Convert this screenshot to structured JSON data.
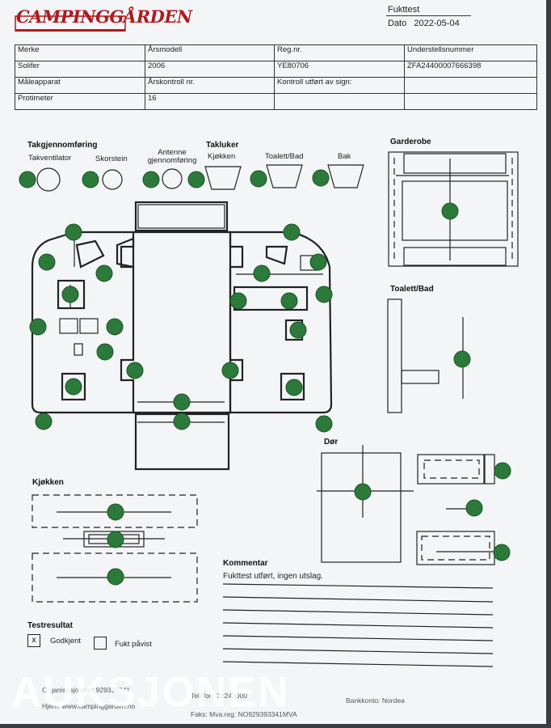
{
  "header": {
    "brand": "CAMPINGGÅRDEN",
    "form_title": "Fukttest",
    "date_label": "Dato",
    "date_value": "2022-05-04"
  },
  "info_table": {
    "labels": {
      "make": "Merke",
      "year": "Årsmodell",
      "reg": "Reg.nr.",
      "chassis": "Understellsnummer",
      "meter": "Måleapparat",
      "annual": "Årskontroll nr.",
      "control": "Kontroll utført av sign:",
      "protimeter": "Protimeter"
    },
    "values": {
      "make": "Solifer",
      "year": "2006",
      "reg": "YE80706",
      "chassis": "ZFA24400007666398",
      "protimeter": "16"
    }
  },
  "sections": {
    "roof": "Takgjennomføring",
    "roof_vent": "Takventilator",
    "chimney": "Skorstein",
    "antenna": "Antenne gjennomføring",
    "hatches": "Takluker",
    "kitchen_hatch": "Kjøkken",
    "toilet_hatch": "Toalett/Bad",
    "rear_hatch": "Bak",
    "wardrobe": "Garderobe",
    "toilet": "Toalett/Bad",
    "door": "Dør",
    "kitchen": "Kjøkken",
    "comment": "Kommentar",
    "result": "Testresultat"
  },
  "comment_text": "Fukttest utført, ingen utslag.",
  "result": {
    "approved_label": "Godkjent",
    "approved_mark": "x",
    "moisture_label": "Fukt påvist"
  },
  "footer": {
    "org": "Organisasjonsnr: 929393341",
    "web": "Hjem: www.campinggarden.no",
    "phone": "Telefon: 32242000",
    "fax": "Faks: Mva.reg: NO929393341MVA",
    "bank": "Bankkonto: Nordea"
  },
  "watermark": "AUKSJONEN",
  "colors": {
    "brand_red": "#b1191b",
    "dot_green": "#2b7a3a"
  }
}
